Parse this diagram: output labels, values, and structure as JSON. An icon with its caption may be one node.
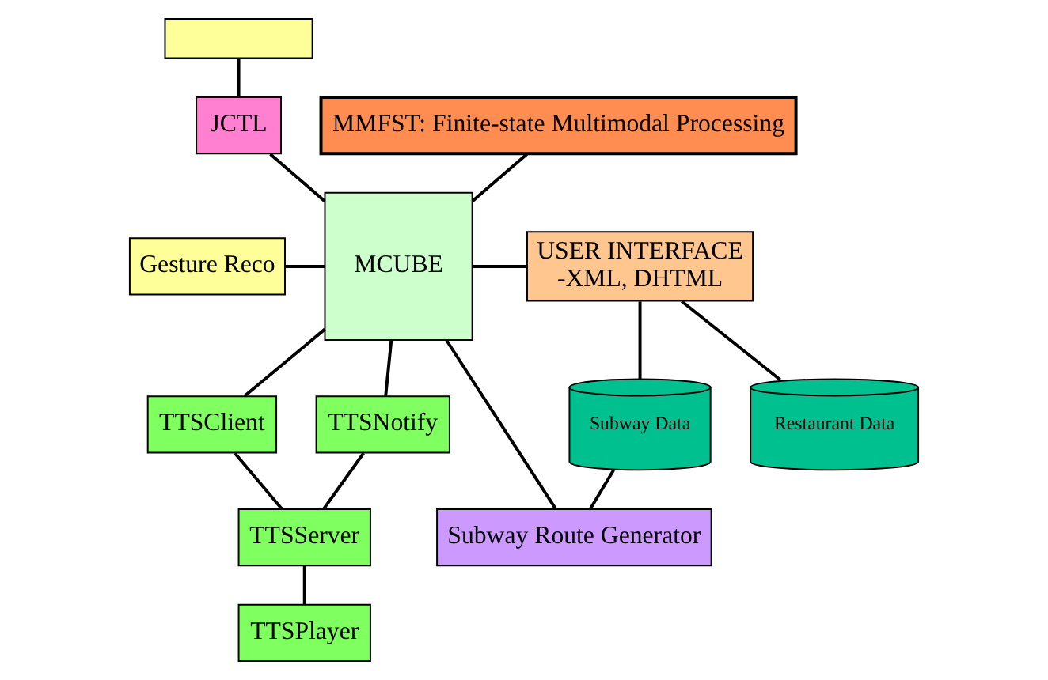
{
  "diagram": {
    "nodes": [
      {
        "text": [],
        "shape": "box"
      },
      {
        "text": [
          "JCTL"
        ]
      },
      {
        "text": [
          "MMFST: Finite-state Multimodal Processing"
        ]
      },
      {
        "text": [
          "Gesture Reco"
        ]
      },
      {
        "text": [
          "MCUBE"
        ]
      },
      {
        "text": [
          "USER INTERFACE",
          "-XML, DHTML"
        ]
      },
      {
        "text": [
          "TTSClient"
        ]
      },
      {
        "text": [
          "TTSNotify"
        ]
      },
      {
        "text": [
          "Subway Data"
        ]
      },
      {
        "text": [
          "Restaurant Data"
        ]
      },
      {
        "text": [
          "TTSServer"
        ]
      },
      {
        "text": [
          "Subway Route Generator"
        ]
      },
      {
        "text": [
          "TTSPlayer"
        ]
      }
    ],
    "edges": [
      {
        "from": 0,
        "to": 1,
        "arrow": "none"
      },
      {
        "from": 1,
        "to": 4,
        "arrow": "none"
      },
      {
        "from": 2,
        "to": 4,
        "arrow": "none"
      },
      {
        "from": 3,
        "to": 4,
        "arrow": "none"
      },
      {
        "from": 4,
        "to": 5,
        "arrow": "none"
      },
      {
        "from": 4,
        "to": 6,
        "arrow": "none"
      },
      {
        "from": 4,
        "to": 7,
        "arrow": "none"
      },
      {
        "from": 5,
        "to": 8,
        "arrow": "none"
      },
      {
        "from": 5,
        "to": 9,
        "arrow": "none"
      },
      {
        "from": 6,
        "to": 10,
        "arrow": "none"
      },
      {
        "from": 7,
        "to": 10,
        "arrow": "none"
      },
      {
        "from": 10,
        "to": 12,
        "arrow": "none"
      },
      {
        "from": 4,
        "to": 11,
        "arrow": "none"
      },
      {
        "from": 8,
        "to": 11,
        "arrow": "none"
      }
    ]
  }
}
